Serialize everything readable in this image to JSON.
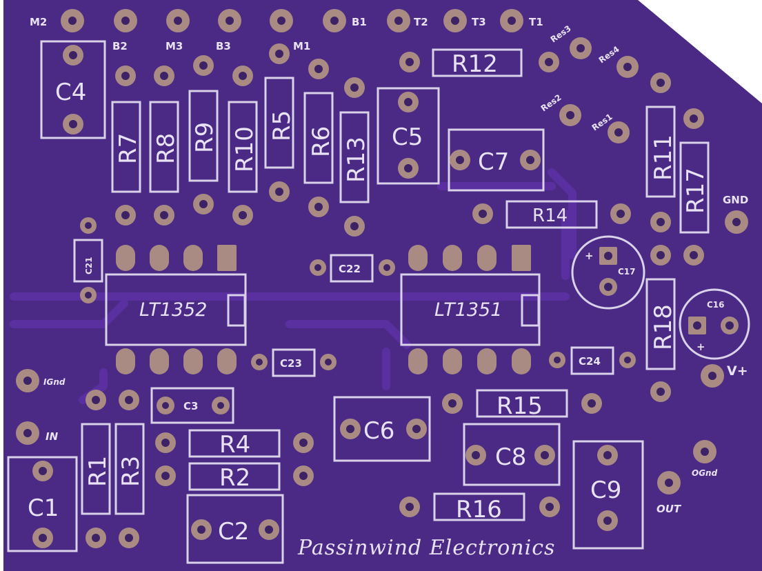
{
  "board": {
    "brand_text": "Passinwind Electronics",
    "colors": {
      "board": "#4b2a86",
      "pad": "#a98b83",
      "silk": "#d9d2e8",
      "trace": "#5a2fa0"
    }
  },
  "ics": [
    {
      "id": "lt1352",
      "label": "LT1352"
    },
    {
      "id": "lt1351",
      "label": "LT1351"
    }
  ],
  "resistors": [
    {
      "id": "R1",
      "label": "R1"
    },
    {
      "id": "R2",
      "label": "R2"
    },
    {
      "id": "R3",
      "label": "R3"
    },
    {
      "id": "R4",
      "label": "R4"
    },
    {
      "id": "R5",
      "label": "R5"
    },
    {
      "id": "R6",
      "label": "R6"
    },
    {
      "id": "R7",
      "label": "R7"
    },
    {
      "id": "R8",
      "label": "R8"
    },
    {
      "id": "R9",
      "label": "R9"
    },
    {
      "id": "R10",
      "label": "R10"
    },
    {
      "id": "R11",
      "label": "R11"
    },
    {
      "id": "R12",
      "label": "R12"
    },
    {
      "id": "R13",
      "label": "R13"
    },
    {
      "id": "R14",
      "label": "R14"
    },
    {
      "id": "R15",
      "label": "R15"
    },
    {
      "id": "R16",
      "label": "R16"
    },
    {
      "id": "R17",
      "label": "R17"
    },
    {
      "id": "R18",
      "label": "R18"
    }
  ],
  "capacitors": [
    {
      "id": "C1",
      "label": "C1"
    },
    {
      "id": "C2",
      "label": "C2"
    },
    {
      "id": "C3",
      "label": "C3"
    },
    {
      "id": "C4",
      "label": "C4"
    },
    {
      "id": "C5",
      "label": "C5"
    },
    {
      "id": "C6",
      "label": "C6"
    },
    {
      "id": "C7",
      "label": "C7"
    },
    {
      "id": "C8",
      "label": "C8"
    },
    {
      "id": "C9",
      "label": "C9"
    },
    {
      "id": "C16",
      "label": "C16"
    },
    {
      "id": "C17",
      "label": "C17"
    },
    {
      "id": "C21",
      "label": "C21"
    },
    {
      "id": "C22",
      "label": "C22"
    },
    {
      "id": "C23",
      "label": "C23"
    },
    {
      "id": "C24",
      "label": "C24"
    }
  ],
  "connectors": {
    "M2": "M2",
    "B2": "B2",
    "M3": "M3",
    "B3": "B3",
    "M1": "M1",
    "B1": "B1",
    "T2": "T2",
    "T3": "T3",
    "T1": "T1",
    "Res1": "Res1",
    "Res2": "Res2",
    "Res3": "Res3",
    "Res4": "Res4",
    "GND": "GND",
    "V+": "V+",
    "IGnd": "IGnd",
    "IN": "IN",
    "OGnd": "OGnd",
    "OUT": "OUT"
  },
  "polarity": {
    "plus": "+"
  }
}
